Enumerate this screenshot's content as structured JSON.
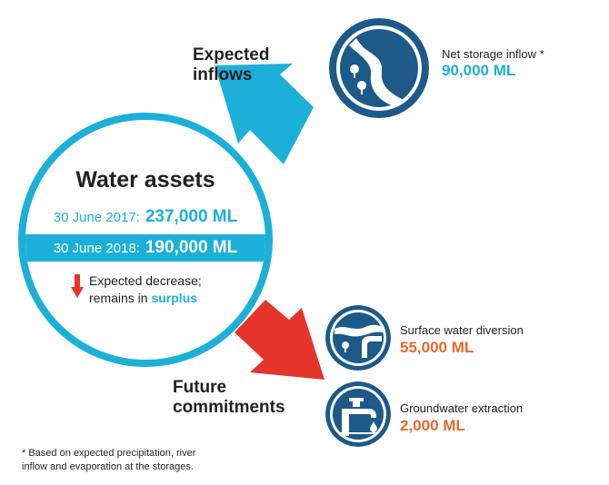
{
  "inflows": {
    "heading_line1": "Expected",
    "heading_line2": "inflows"
  },
  "net_storage": {
    "label": "Net storage inflow *",
    "value": "90,000 ML",
    "color": "#1cb0d8",
    "icon": "river-flow-icon"
  },
  "assets": {
    "title": "Water assets",
    "row_2017_label": "30 June 2017:",
    "row_2017_value": "237,000 ML",
    "row_2018_label": "30 June 2018:",
    "row_2018_value": "190,000 ML",
    "decrease_line1": "Expected decrease;",
    "decrease_line2_prefix": "remains in ",
    "decrease_highlight": "surplus",
    "accent": "#1cb0d8"
  },
  "commitments": {
    "heading_line1": "Future",
    "heading_line2": "commitments",
    "arrow_color": "#e5352b"
  },
  "surface_water": {
    "label": "Surface water diversion",
    "value": "55,000 ML",
    "color": "#e8692e",
    "icon": "pipe-diversion-icon"
  },
  "groundwater": {
    "label": "Groundwater extraction",
    "value": "2,000 ML",
    "color": "#e8692e",
    "icon": "bore-tap-icon"
  },
  "footnote": {
    "line1": "* Based on expected precipitation, river",
    "line2": "inflow and evaporation at the storages."
  },
  "colors": {
    "primary_blue": "#1cb0d8",
    "dark_blue": "#1d5a8a",
    "red": "#e5352b",
    "orange": "#e8692e"
  }
}
